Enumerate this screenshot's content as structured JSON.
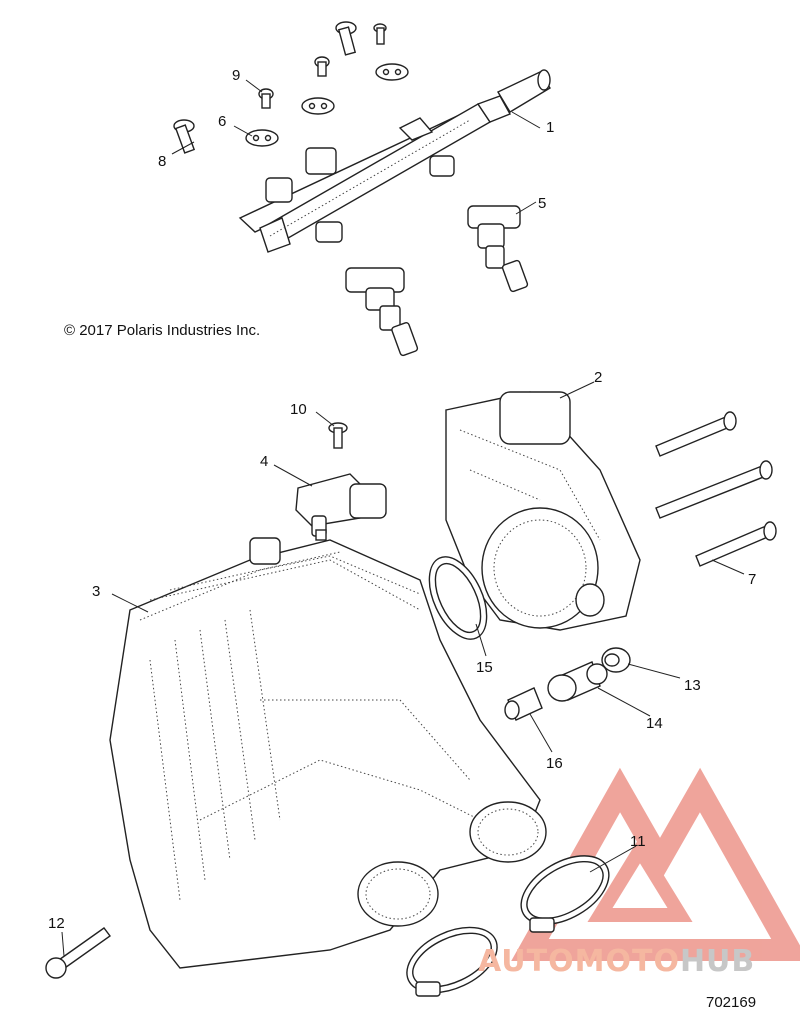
{
  "copyright": "© 2017 Polaris Industries Inc.",
  "document_number": "702169",
  "watermark": {
    "part1": "AUTOMOTO",
    "part2": "HUB",
    "logo_color": "#e25a4a"
  },
  "callouts": [
    {
      "id": "c1",
      "label": "1"
    },
    {
      "id": "c2",
      "label": "2"
    },
    {
      "id": "c3",
      "label": "3"
    },
    {
      "id": "c4",
      "label": "4"
    },
    {
      "id": "c5",
      "label": "5"
    },
    {
      "id": "c6",
      "label": "6"
    },
    {
      "id": "c7",
      "label": "7"
    },
    {
      "id": "c8",
      "label": "8"
    },
    {
      "id": "c9",
      "label": "9"
    },
    {
      "id": "c10",
      "label": "10"
    },
    {
      "id": "c11",
      "label": "11"
    },
    {
      "id": "c12",
      "label": "12"
    },
    {
      "id": "c13",
      "label": "13"
    },
    {
      "id": "c14",
      "label": "14"
    },
    {
      "id": "c15",
      "label": "15"
    },
    {
      "id": "c16",
      "label": "16"
    }
  ]
}
